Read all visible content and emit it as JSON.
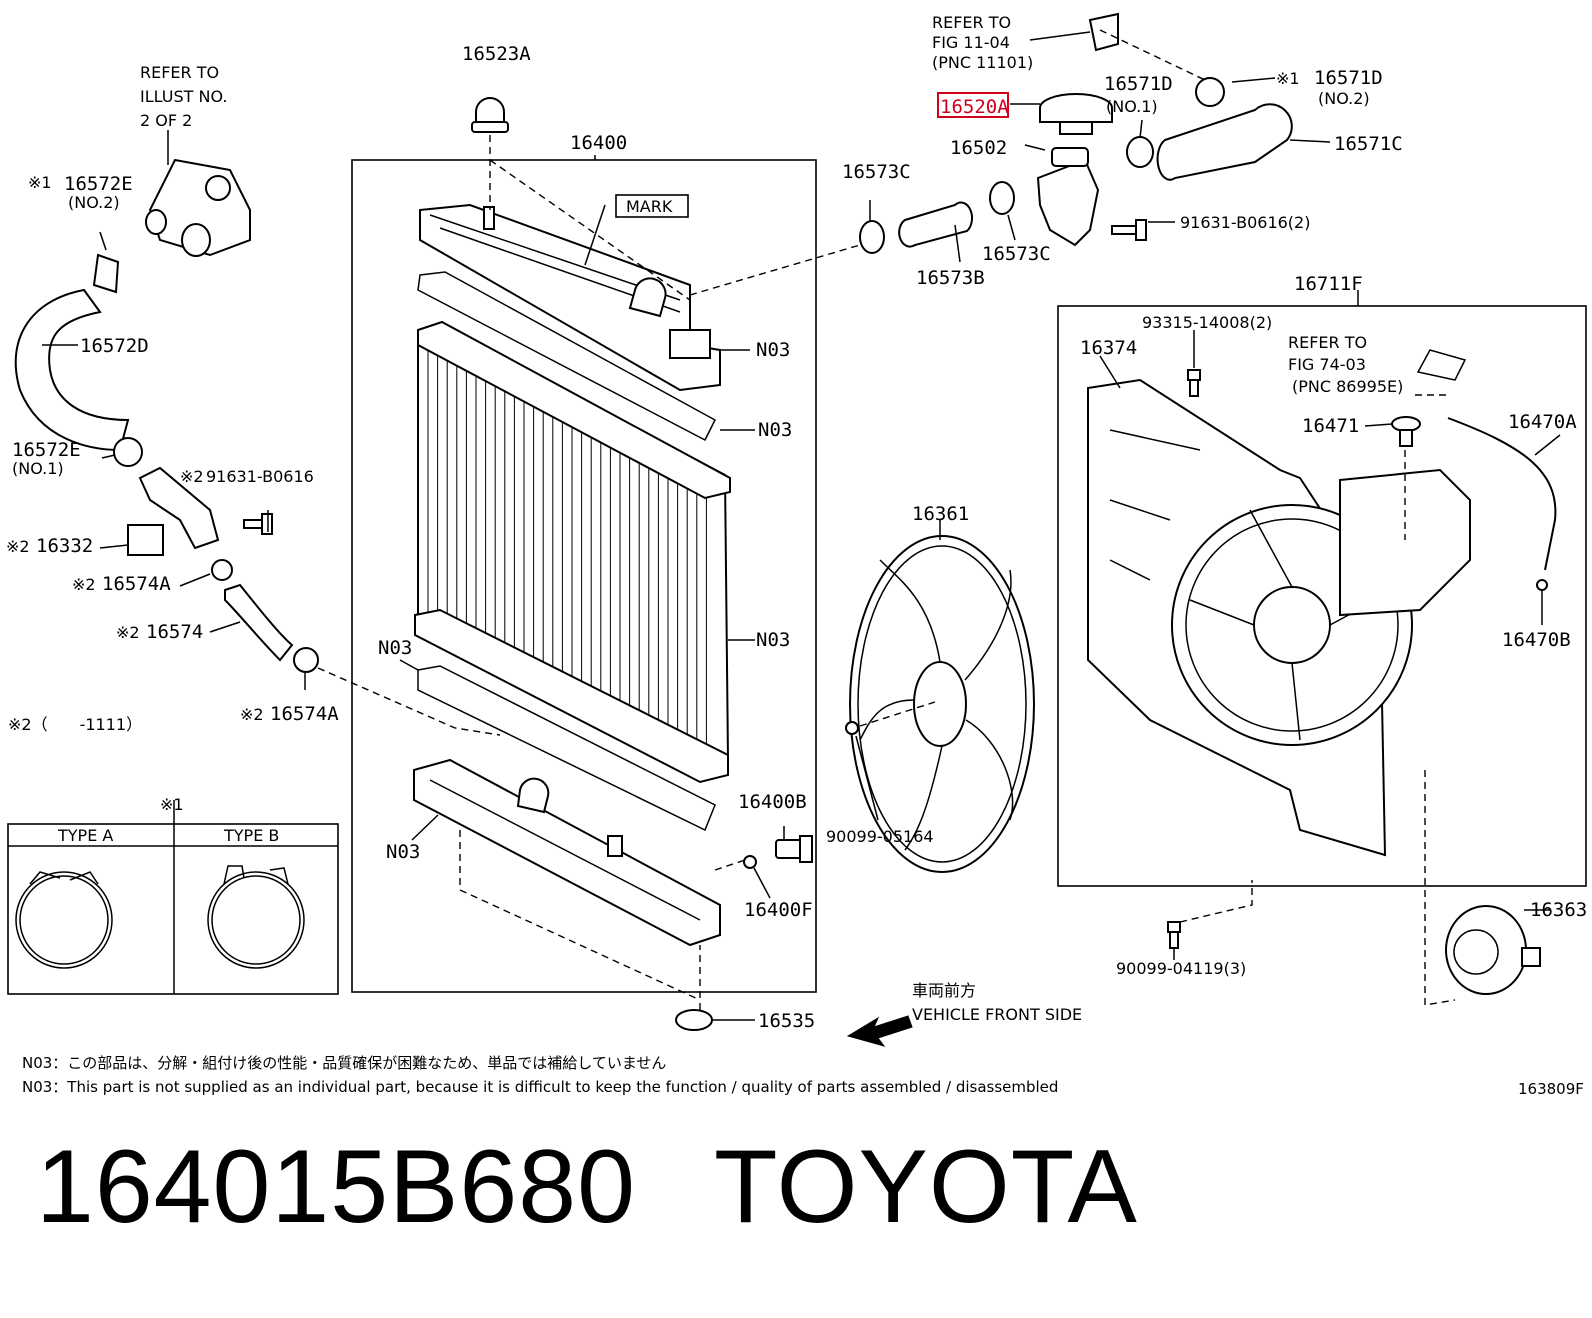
{
  "callouts": {
    "p16523A": "16523A",
    "p16400": "16400",
    "mark": "MARK",
    "n03_a": "N03",
    "n03_b": "N03",
    "n03_c": "N03",
    "n03_d": "N03",
    "n03_e": "N03",
    "p16400B": "16400B",
    "p16400F": "16400F",
    "p16535": "16535",
    "p16573C_a": "16573C",
    "p16573C_b": "16573C",
    "p16573B": "16573B",
    "p16502": "16502",
    "p16520A": "16520A",
    "p16571D_a": "16571D",
    "no1_a": "(NO.1)",
    "p16571D_b": "16571D",
    "no2_a": "(NO.2)",
    "p16571C": "16571C",
    "p91631a": "91631-B0616(2)",
    "p16711F": "16711F",
    "p93315": "93315-14008(2)",
    "p16374": "16374",
    "p16471": "16471",
    "p16470A": "16470A",
    "p16470B": "16470B",
    "p16361": "16361",
    "p90099a": "90099-05164",
    "p90099b": "90099-04119(3)",
    "p16363": "16363",
    "p16572E_a": "16572E",
    "no2_b": "(NO.2)",
    "p16572D": "16572D",
    "p16572E_b": "16572E",
    "no1_b": "(NO.1)",
    "p91631b": "91631-B0616",
    "p16332": "16332",
    "p16574A_a": "16574A",
    "p16574": "16574",
    "p16574A_b": "16574A",
    "mark1_a": "※1",
    "mark1_b": "※1",
    "mark1_c": "※1",
    "mark2_a": "※2",
    "mark2_b": "※2",
    "mark2_c": "※2",
    "mark2_d": "※2",
    "mark2_e": "※2"
  },
  "refs": {
    "fig11_l1": "REFER TO",
    "fig11_l2": "FIG 11-04",
    "fig11_l3": "(PNC 11101)",
    "illust_l1": "REFER TO",
    "illust_l2": "ILLUST NO.",
    "illust_l3": "2 OF 2",
    "fig74_l1": "REFER TO",
    "fig74_l2": "FIG 74-03",
    "fig74_l3": "(PNC 86995E)"
  },
  "legend": {
    "star2_note": "※2（　　-1111）",
    "type_mark": "※1",
    "type_a": "TYPE A",
    "type_b": "TYPE B"
  },
  "front": {
    "jp": "車両前方",
    "en": "VEHICLE FRONT SIDE"
  },
  "notes": {
    "jp": "N03：この部品は、分解・組付け後の性能・品質確保が困難なため、単品では補給していません",
    "en": "N03：This part is not supplied as an individual part, because it is difficult to keep the function / quality of parts assembled / disassembled",
    "figure_id": "163809F"
  },
  "caption": {
    "part_number": "164015B680",
    "brand": "TOYOTA"
  },
  "colors": {
    "highlight": "#d0021b",
    "ink": "#000000"
  }
}
